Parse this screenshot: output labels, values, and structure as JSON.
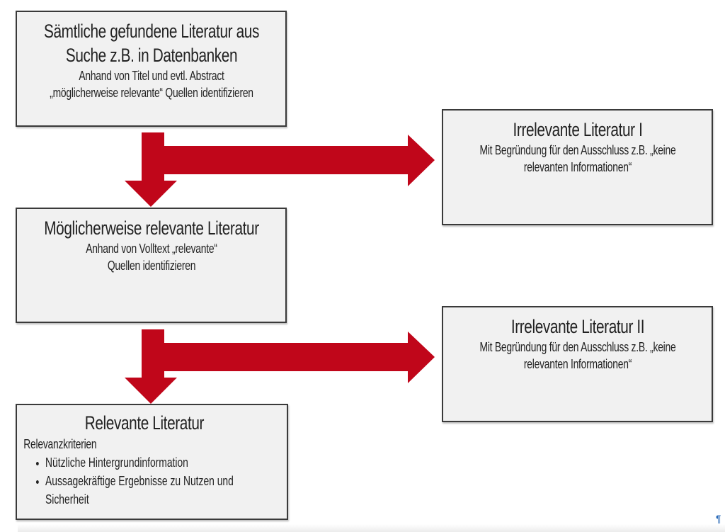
{
  "colors": {
    "arrow": "#c0061a",
    "box_fill": "#f1f1f1",
    "box_border": "#3a3a3a"
  },
  "box1": {
    "title": "Sämtliche gefundene Literatur aus Suche z.B. in Datenbanken",
    "line1": "Anhand von Titel und evtl. Abstract",
    "line2": "„möglicherweise relevante“ Quellen identifizieren"
  },
  "box2": {
    "title": "Irrelevante Literatur I",
    "text": "Mit Begründung für den Ausschluss z.B. „keine relevanten Informationen“"
  },
  "box3": {
    "title": "Möglicherweise relevante Literatur",
    "text": "Anhand von Volltext „relevante“ Quellen identifizieren"
  },
  "box4": {
    "title": "Irrelevante Literatur II",
    "text": "Mit Begründung für den Ausschluss z.B. „keine relevanten Informationen“"
  },
  "box5": {
    "title": "Relevante Literatur",
    "subtitle": "Relevanzkriterien",
    "items": [
      "Nützliche Hintergrundinformation",
      "Aussagekräftige Ergebnisse zu Nutzen und Sicherheit"
    ]
  },
  "pilcrow": "¶"
}
